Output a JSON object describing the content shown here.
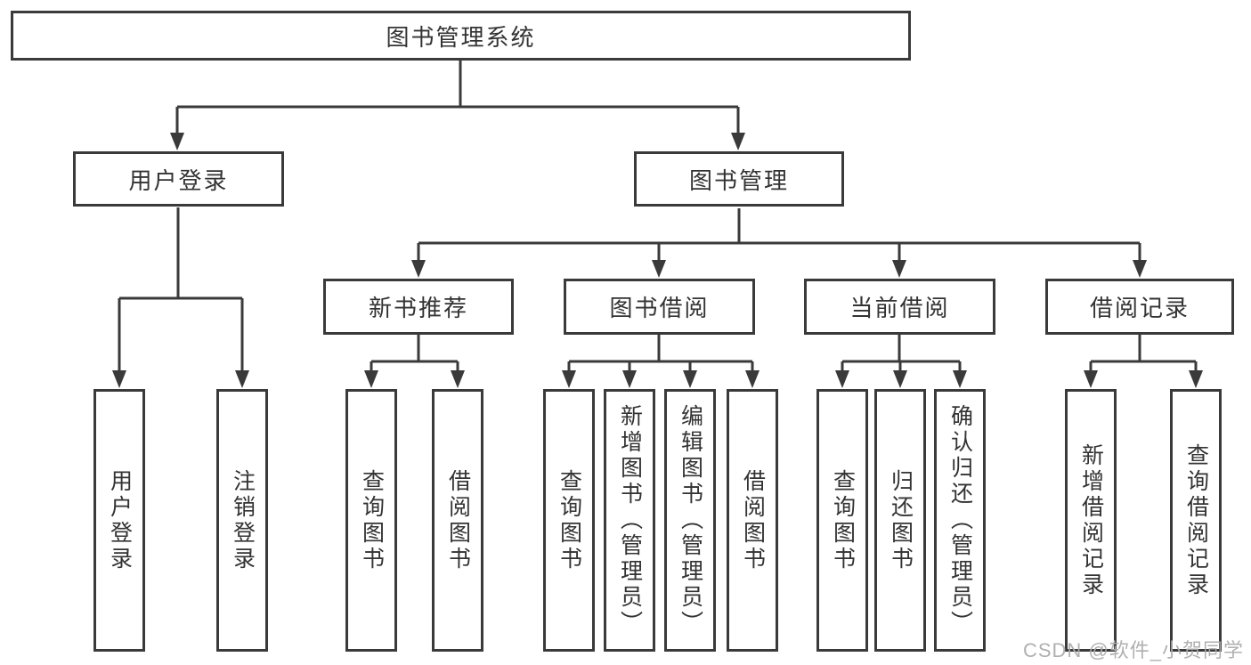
{
  "diagram": {
    "root": {
      "label": "图书管理系统"
    },
    "level1": [
      {
        "label": "用户登录"
      },
      {
        "label": "图书管理"
      }
    ],
    "level2": [
      {
        "label": "新书推荐"
      },
      {
        "label": "图书借阅"
      },
      {
        "label": "当前借阅"
      },
      {
        "label": "借阅记录"
      }
    ],
    "leaves": [
      {
        "label": "用户登录"
      },
      {
        "label": "注销登录"
      },
      {
        "label": "查询图书"
      },
      {
        "label": "借阅图书"
      },
      {
        "label": "查询图书"
      },
      {
        "label": "新增图书（管理员）"
      },
      {
        "label": "编辑图书（管理员）"
      },
      {
        "label": "借阅图书"
      },
      {
        "label": "查询图书"
      },
      {
        "label": "归还图书"
      },
      {
        "label": "确认归还（管理员）"
      },
      {
        "label": "新增借阅记录"
      },
      {
        "label": "查询借阅记录"
      }
    ]
  },
  "watermark": {
    "text": "CSDN @软件_小贺同学"
  },
  "colors": {
    "line": "#3a3a3a",
    "text": "#333333",
    "background": "#ffffff",
    "watermark": "#acacac"
  }
}
